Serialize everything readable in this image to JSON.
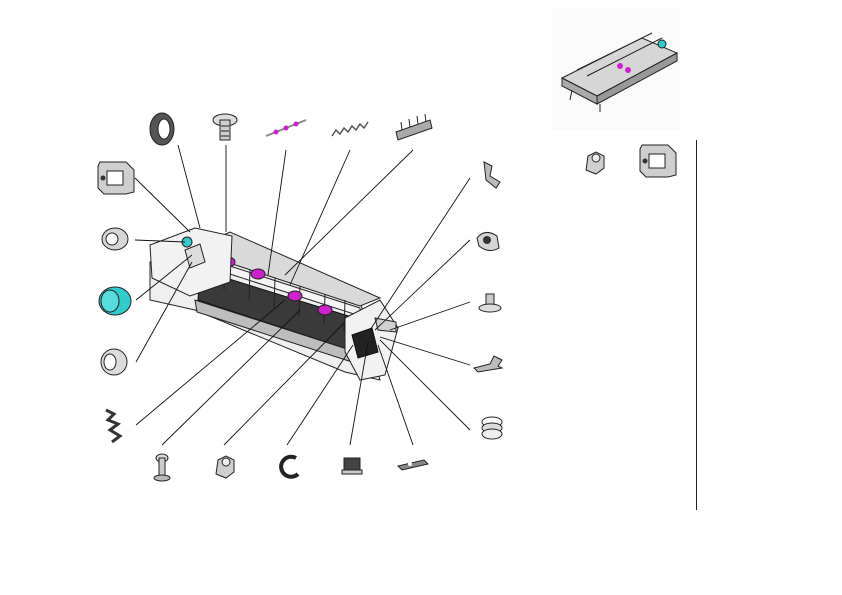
{
  "diagram": {
    "type": "exploded-parts-view",
    "subject": "fuser unit",
    "colors": {
      "line": "#111111",
      "metal_light": "#e6e6e6",
      "metal_mid": "#bdbdbd",
      "metal_dark": "#3a3a3a",
      "accent_magenta": "#cc22cc",
      "accent_cyan": "#33cccc"
    },
    "parts": [
      {
        "id": "p01",
        "name": "bracket-housing",
        "icon": "bracket-icon",
        "color": "grey"
      },
      {
        "id": "p02",
        "name": "collar",
        "icon": "collar-icon",
        "color": "grey"
      },
      {
        "id": "p03",
        "name": "bearing-cyan",
        "icon": "bearing-icon",
        "color": "cyan"
      },
      {
        "id": "p04",
        "name": "bushing",
        "icon": "bushing-icon",
        "color": "grey"
      },
      {
        "id": "p05",
        "name": "spring-clip",
        "icon": "spring-clip-icon",
        "color": "grey"
      },
      {
        "id": "p06",
        "name": "ring",
        "icon": "ring-icon",
        "color": "grey"
      },
      {
        "id": "p07",
        "name": "screw",
        "icon": "screw-icon",
        "color": "grey"
      },
      {
        "id": "p08",
        "name": "roller-shaft",
        "icon": "shaft-icon",
        "color": "magenta"
      },
      {
        "id": "p09",
        "name": "coil-spring",
        "icon": "spring-icon",
        "color": "grey"
      },
      {
        "id": "p10",
        "name": "guide-comb",
        "icon": "comb-icon",
        "color": "grey"
      },
      {
        "id": "p11",
        "name": "lever",
        "icon": "lever-icon",
        "color": "grey"
      },
      {
        "id": "p12",
        "name": "cam",
        "icon": "cam-icon",
        "color": "grey"
      },
      {
        "id": "p13",
        "name": "post",
        "icon": "post-icon",
        "color": "grey"
      },
      {
        "id": "p14",
        "name": "latch",
        "icon": "latch-icon",
        "color": "grey"
      },
      {
        "id": "p15",
        "name": "spring-coil",
        "icon": "coil-icon",
        "color": "grey"
      },
      {
        "id": "p16",
        "name": "pin",
        "icon": "pin-icon",
        "color": "grey"
      },
      {
        "id": "p17",
        "name": "gear-block",
        "icon": "gear-icon",
        "color": "grey"
      },
      {
        "id": "p18",
        "name": "c-clip",
        "icon": "c-clip-icon",
        "color": "grey"
      },
      {
        "id": "p19",
        "name": "thermistor",
        "icon": "thermistor-icon",
        "color": "grey"
      },
      {
        "id": "p20",
        "name": "plate",
        "icon": "plate-icon",
        "color": "grey"
      },
      {
        "id": "p21",
        "name": "gear-block-small",
        "icon": "gear-icon",
        "color": "grey"
      },
      {
        "id": "p22",
        "name": "bracket-housing-2",
        "icon": "bracket-icon",
        "color": "grey"
      }
    ],
    "inset": {
      "name": "assembled-fuser-unit",
      "icon": "fuser-assembly-icon"
    }
  }
}
